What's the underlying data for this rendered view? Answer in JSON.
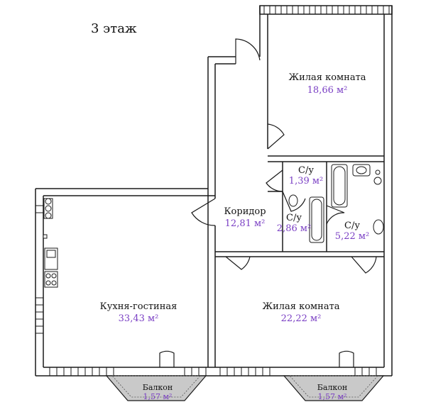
{
  "floor_label": "3 этаж",
  "rooms": {
    "bedroom_top": {
      "name": "Жилая комната",
      "area": "18,66 м²"
    },
    "wc_small": {
      "name": "С/у",
      "area": "1,39 м²"
    },
    "corridor": {
      "name": "Коридор",
      "area": "12,81 м²"
    },
    "bath_mid": {
      "name": "С/у",
      "area": "2,86 м²"
    },
    "bath_right": {
      "name": "С/у",
      "area": "5,22 м²"
    },
    "kitchen_living": {
      "name": "Кухня-гостиная",
      "area": "33,43 м²"
    },
    "bedroom_bottom": {
      "name": "Жилая комната",
      "area": "22,22 м²"
    },
    "balcony_left": {
      "name": "Балкон",
      "area": "1,57 м²"
    },
    "balcony_right": {
      "name": "Балкон",
      "area": "1,57 м²"
    }
  },
  "colors": {
    "wall": "#1a1a1a",
    "area_text": "#7a3fc4",
    "balcony_fill": "#c9c9c9"
  }
}
